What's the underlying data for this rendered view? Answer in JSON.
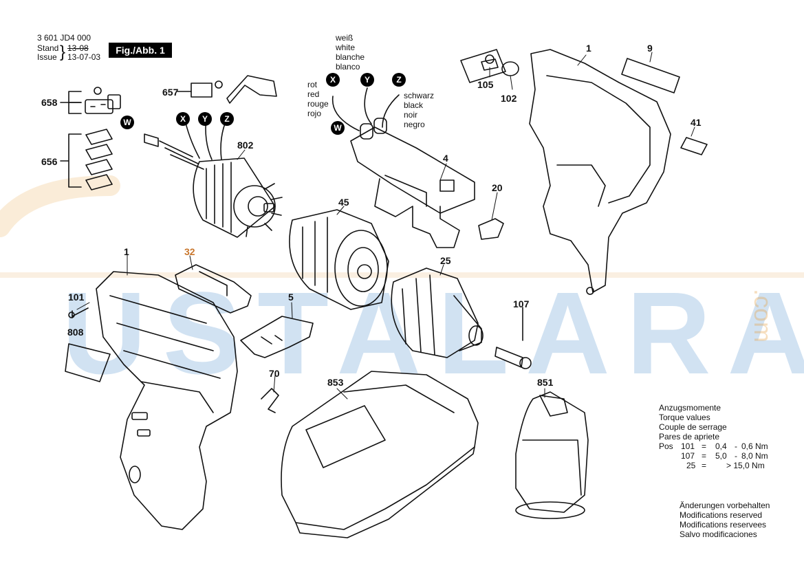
{
  "header": {
    "doc_number": "3 601 JD4 000",
    "stand_label": "Stand",
    "issue_label": "Issue",
    "stand_date": "13-08",
    "issue_date": "13-07-03",
    "figure_label": "Fig./Abb. 1"
  },
  "wire_labels": {
    "white": [
      "weiß",
      "white",
      "blanche",
      "blanco"
    ],
    "red": [
      "rot",
      "red",
      "rouge",
      "rojo"
    ],
    "black": [
      "schwarz",
      "black",
      "noir",
      "negro"
    ]
  },
  "connectors": [
    "W",
    "X",
    "Y",
    "Z"
  ],
  "parts": {
    "p658": "658",
    "p657": "657",
    "p656": "656",
    "p802": "802",
    "p4": "4",
    "p45": "45",
    "p20": "20",
    "p105": "105",
    "p102": "102",
    "p1a": "1",
    "p9": "9",
    "p41": "41",
    "p1b": "1",
    "p32": "32",
    "p101": "101",
    "p808": "808",
    "p5": "5",
    "p70": "70",
    "p25": "25",
    "p107": "107",
    "p853": "853",
    "p851": "851"
  },
  "torque": {
    "lines": [
      "Anzugsmomente",
      "Torque values",
      "Couple de serrage",
      "Pares de apriete"
    ],
    "pos_label": "Pos",
    "rows": [
      {
        "pos": "101",
        "eq": "=",
        "min": "0,4",
        "dash": "-",
        "max": "0,6 Nm"
      },
      {
        "pos": "107",
        "eq": "=",
        "min": "5,0",
        "dash": "-",
        "max": "8,0 Nm"
      },
      {
        "pos": "25",
        "eq": "=",
        "min": "",
        "dash": "",
        "max": "> 15,0 Nm"
      }
    ]
  },
  "modifications": [
    "Änderungen vorbehalten",
    "Modifications reserved",
    "Modifications reservees",
    "Salvo modificaciones"
  ],
  "watermark": {
    "text": "USTALARA",
    "suffix": ".com"
  },
  "colors": {
    "line": "#111111",
    "watermark_blue": "#5896d2",
    "watermark_orange": "#e6a046",
    "label_orange": "#c9762c"
  }
}
